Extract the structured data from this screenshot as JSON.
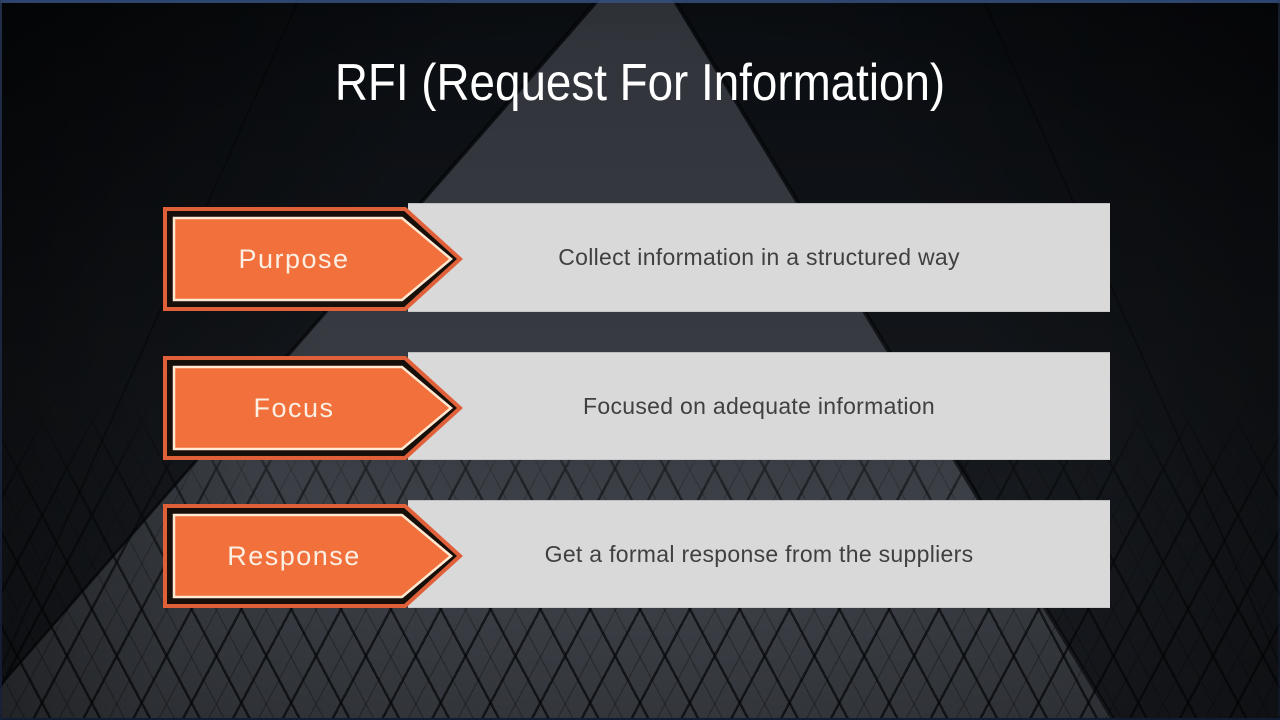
{
  "slide": {
    "title": "RFI (Request For Information)"
  },
  "rows": [
    {
      "label": "Purpose",
      "description": "Collect information in a structured way"
    },
    {
      "label": "Focus",
      "description": "Focused on adequate information"
    },
    {
      "label": "Response",
      "description": "Get a formal response from the suppliers"
    }
  ],
  "colors": {
    "accent-orange-fill": "#F2703B",
    "accent-orange-stroke": "#E0603A",
    "arrow-inner-highlight": "#FFE9D2",
    "arrow-dark-gap": "#17100A",
    "bar-background": "#D9D9D9",
    "bar-text": "#404040",
    "title-text": "#FFFFFF",
    "top-border-line": "#35517F"
  }
}
